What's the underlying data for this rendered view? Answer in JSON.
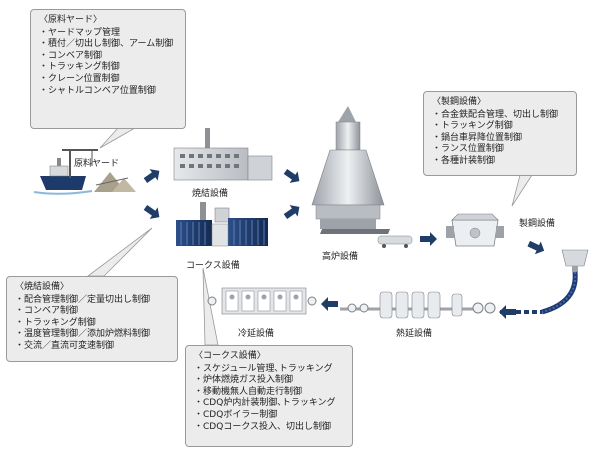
{
  "callouts": {
    "raw_yard": {
      "title": "〈原料ヤード〉",
      "items": [
        "ヤードマップ管理",
        "積付／切出し制御、アーム制御",
        "コンベア制御",
        "トラッキング制御",
        "クレーン位置制御",
        "シャトルコンベア位置制御"
      ]
    },
    "steelmaking": {
      "title": "〈製鋼設備〉",
      "items": [
        "合金鉄配合管理、切出し制御",
        "トラッキング制御",
        "鍋台車昇降位置制御",
        "ランス位置制御",
        "各種計装制御"
      ]
    },
    "sintering": {
      "title": "〈焼結設備〉",
      "items": [
        "配合管理制御／定量切出し制御",
        "コンベア制御",
        "トラッキング制御",
        "温度管理制御／添加炉燃料制御",
        "交流／直流可変速制御"
      ]
    },
    "coke": {
      "title": "〈コークス設備〉",
      "items": [
        "スケジュール管理､トラッキング",
        "炉体燃焼ガス投入制御",
        "移動機無人自動走行制御",
        "CDQ炉内計装制御､トラッキング",
        "CDQボイラー制御",
        "CDQコークス投入、切出し制御"
      ]
    }
  },
  "labels": {
    "raw_yard": "原料ヤード",
    "sintering": "焼結設備",
    "coke": "コークス設備",
    "blast_furnace": "高炉設備",
    "steelmaking": "製鋼設備",
    "hot_rolling": "熱延設備",
    "cold_rolling": "冷延設備"
  },
  "colors": {
    "arrow": "#1f3d66",
    "callout_bg": "#ececec",
    "callout_border": "#9a9a9a",
    "equipment_dark": "#1f3a6e"
  }
}
